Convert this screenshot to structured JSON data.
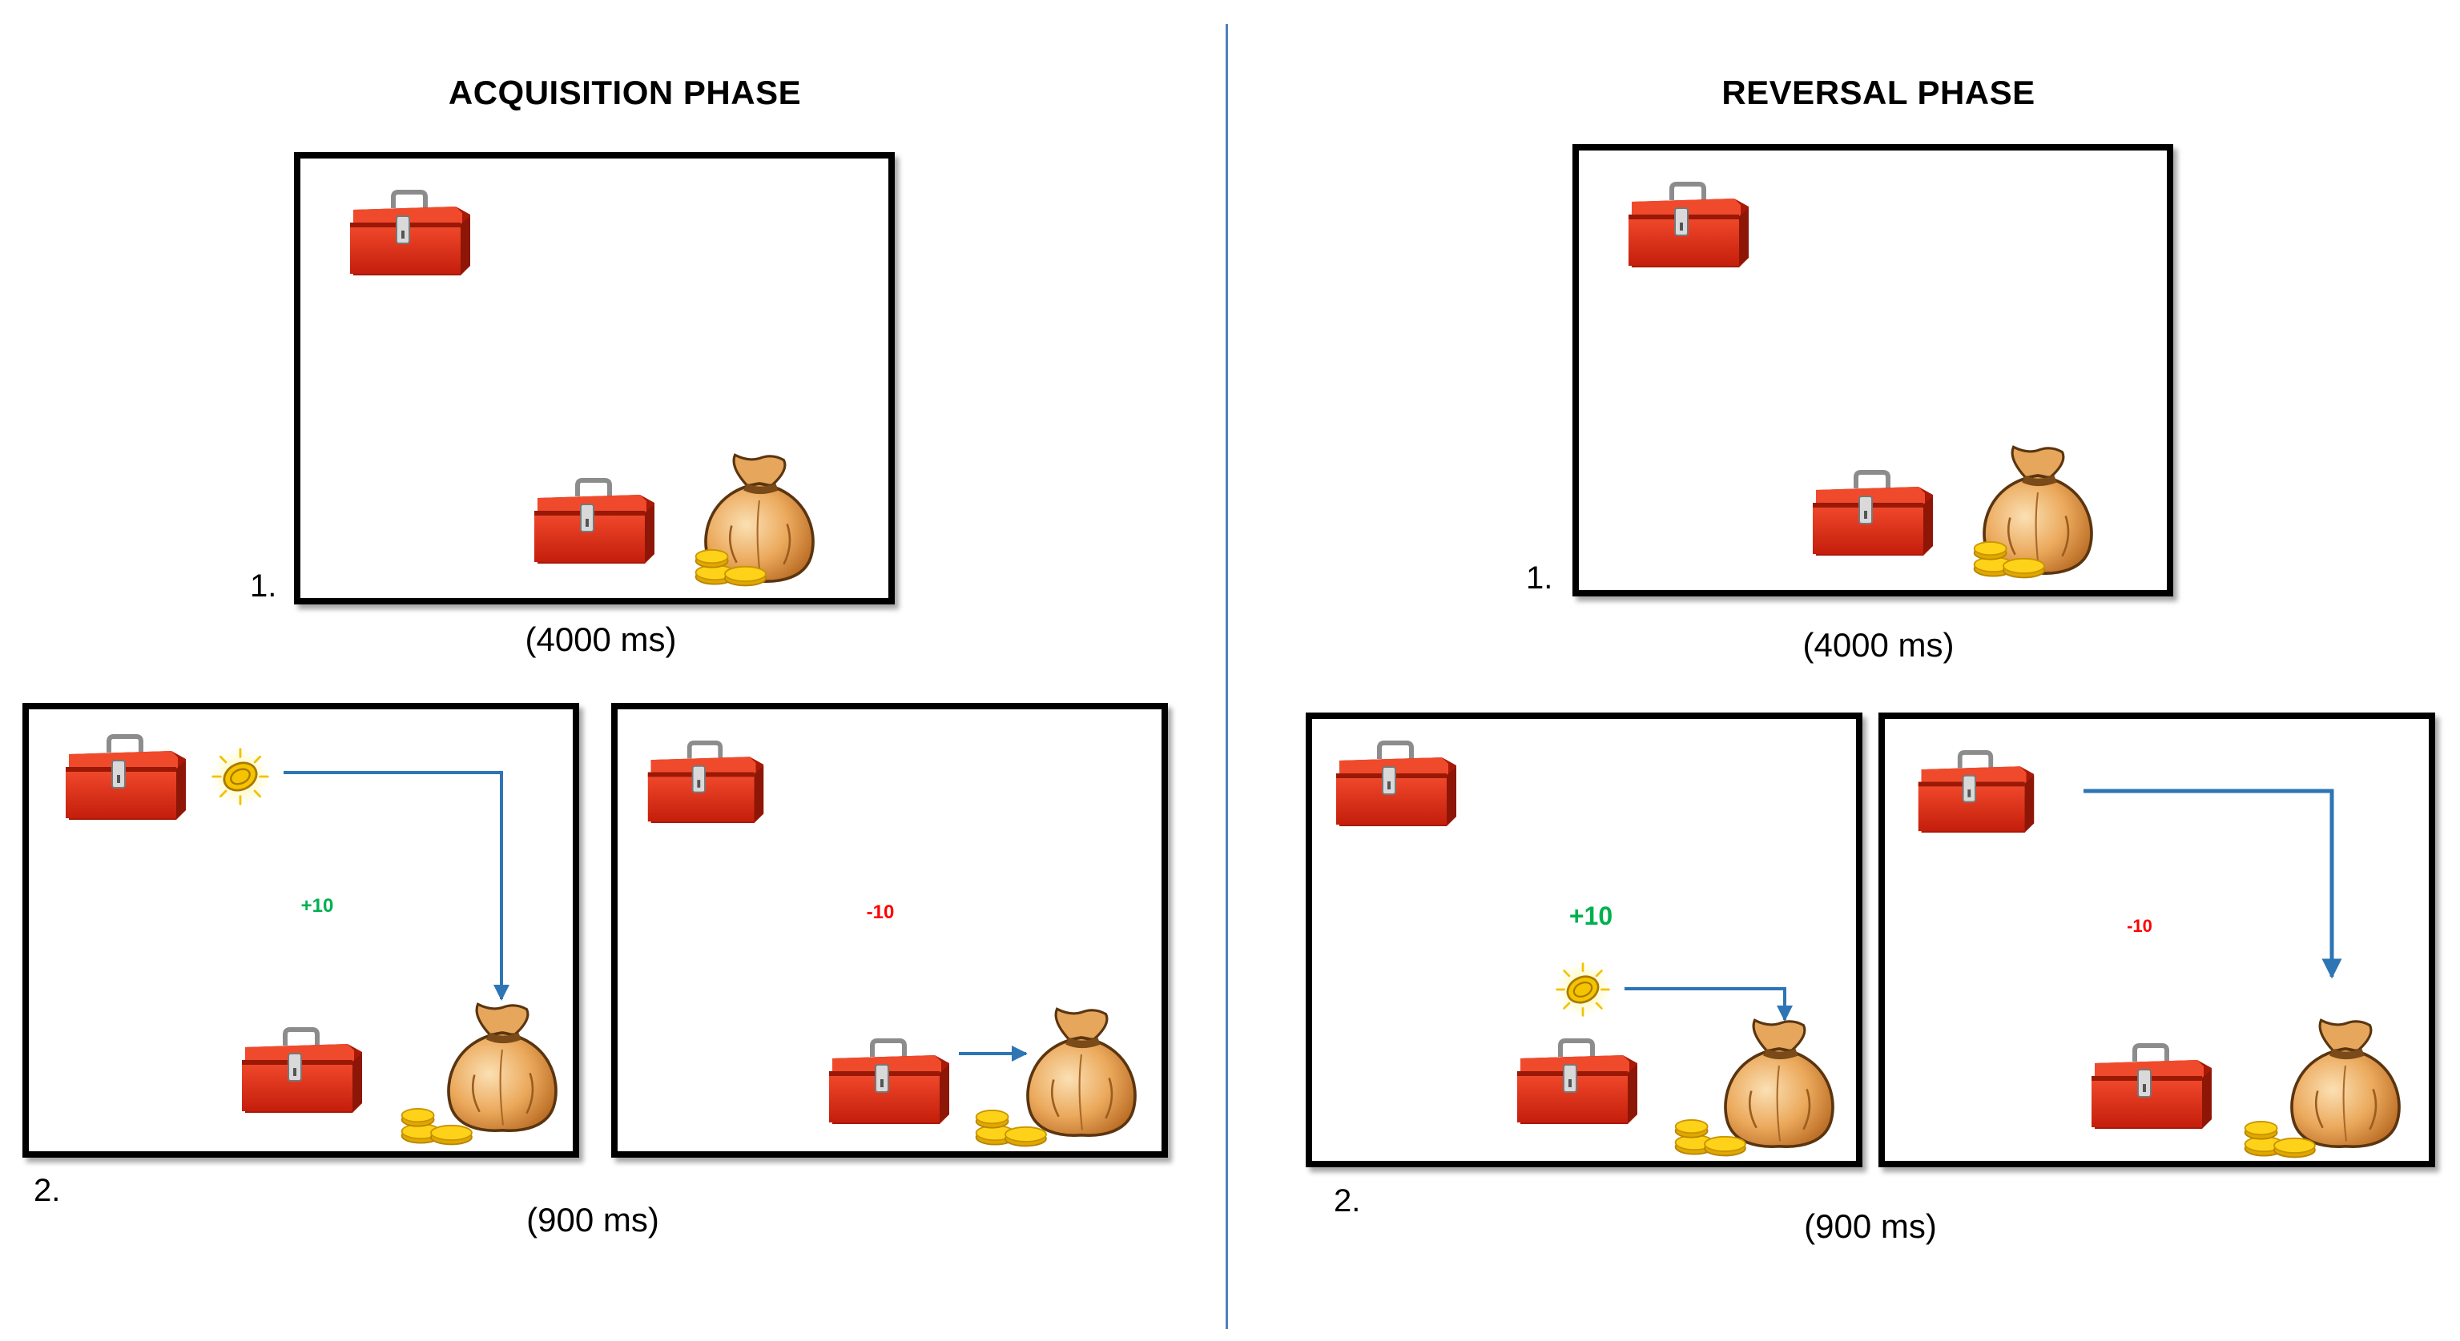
{
  "colors": {
    "divider": "#4f81bd",
    "arrow": "#2e75b6",
    "positive": "#00b050",
    "negative": "#ff0000",
    "toolbox": "#e4331c",
    "bag": "#e8a85a",
    "coins": "#f5c400"
  },
  "icons": [
    "toolbox-icon",
    "money-bag-icon",
    "coin-reward-icon"
  ],
  "acquisition": {
    "title": "ACQUISITION PHASE",
    "step1_label": "1.",
    "step1_duration": "(4000 ms)",
    "step2_label": "2.",
    "step2_duration": "(900 ms)",
    "win_score": "+10",
    "loss_score": "-10"
  },
  "reversal": {
    "title": "REVERSAL PHASE",
    "step1_label": "1.",
    "step1_duration": "(4000 ms)",
    "step2_label": "2.",
    "step2_duration": "(900 ms)",
    "win_score": "+10",
    "loss_score": "-10"
  }
}
